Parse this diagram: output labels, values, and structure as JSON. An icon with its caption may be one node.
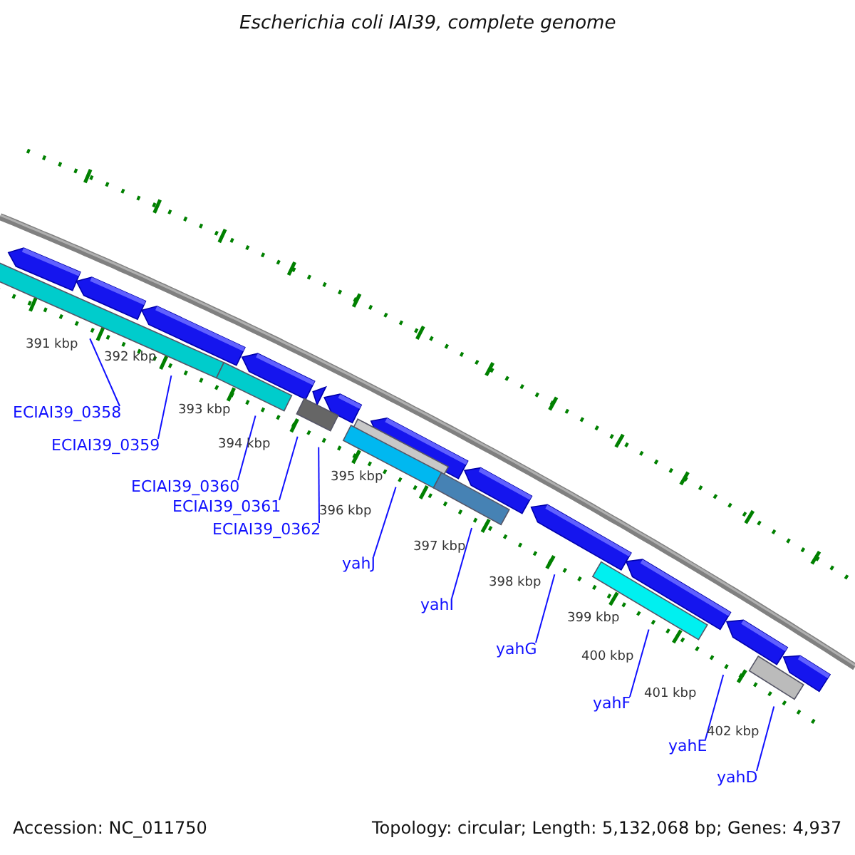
{
  "diagram": {
    "title": "Escherichia coli IAI39, complete genome",
    "nodes": [
      {
        "text": [
          "ECIAI39_0358"
        ]
      },
      {
        "text": [
          "ECIAI39_0359"
        ]
      },
      {
        "text": [
          "ECIAI39_0360"
        ]
      },
      {
        "text": [
          "ECIAI39_0361"
        ]
      },
      {
        "text": [
          "ECIAI39_0362"
        ]
      },
      {
        "text": [
          "yahJ"
        ]
      },
      {
        "text": [
          "yahI"
        ]
      },
      {
        "text": [
          "yahG"
        ]
      },
      {
        "text": [
          "yahF"
        ]
      },
      {
        "text": [
          "yahE"
        ]
      },
      {
        "text": [
          "yahD"
        ]
      }
    ],
    "edges": [
      {
        "from": 0,
        "to": null,
        "arrow": "none"
      },
      {
        "from": 1,
        "to": null,
        "arrow": "none"
      },
      {
        "from": 2,
        "to": null,
        "arrow": "none"
      },
      {
        "from": 3,
        "to": null,
        "arrow": "none"
      },
      {
        "from": 4,
        "to": null,
        "arrow": "none"
      },
      {
        "from": 5,
        "to": null,
        "arrow": "none"
      },
      {
        "from": 6,
        "to": null,
        "arrow": "none"
      },
      {
        "from": 7,
        "to": null,
        "arrow": "none"
      },
      {
        "from": 8,
        "to": null,
        "arrow": "none"
      },
      {
        "from": 9,
        "to": null,
        "arrow": "none"
      },
      {
        "from": 10,
        "to": null,
        "arrow": "none"
      }
    ],
    "labels": [
      "391 kbp",
      "392 kbp",
      "393 kbp",
      "394 kbp",
      "395 kbp",
      "396 kbp",
      "397 kbp",
      "398 kbp",
      "399 kbp",
      "400 kbp",
      "401 kbp",
      "402 kbp",
      "Accession: NC_011750",
      "Topology: circular; Length: 5,132,068 bp; Genes: 4,937"
    ]
  }
}
